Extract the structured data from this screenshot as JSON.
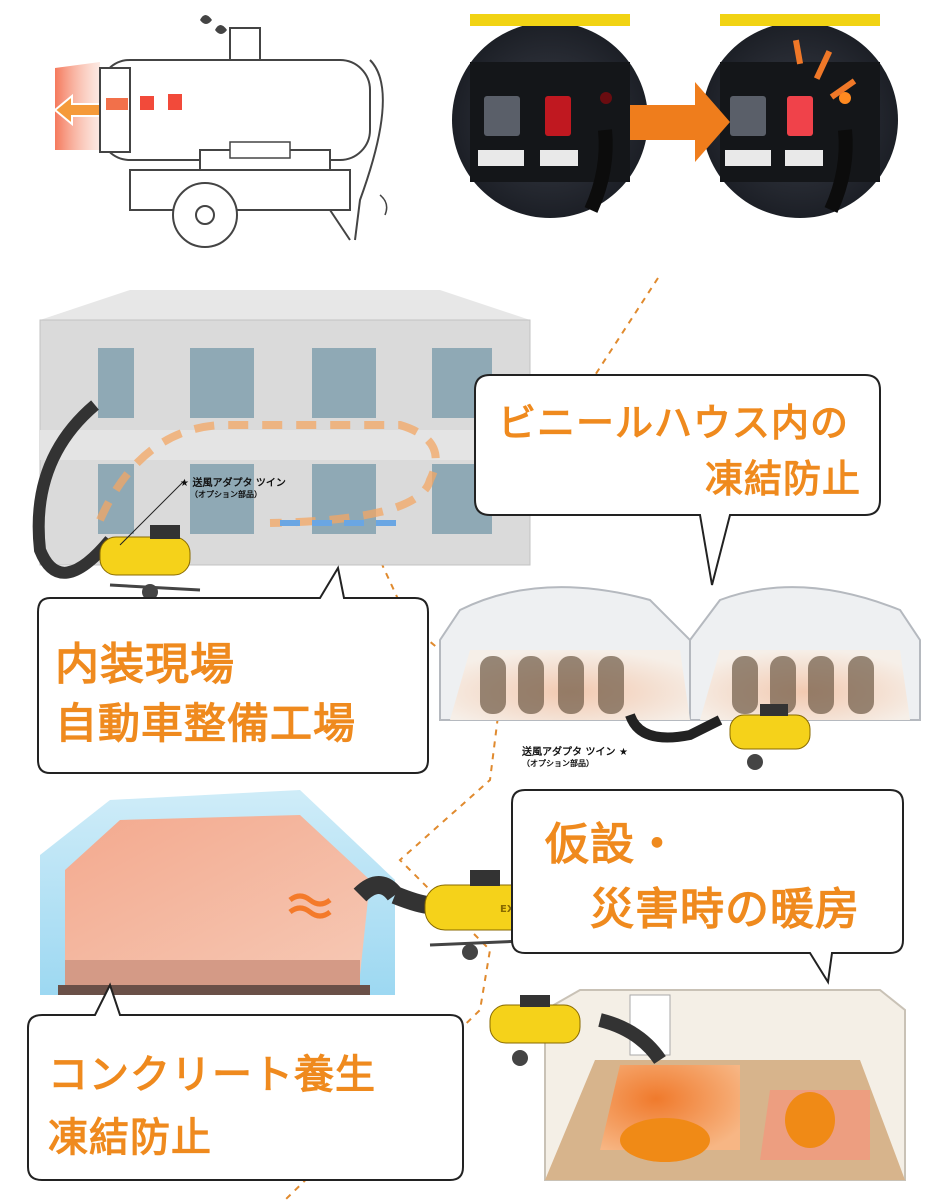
{
  "callouts": {
    "vinyl_house": {
      "line1": "ビニールハウス内の",
      "line2": "凍結防止"
    },
    "interior": {
      "line1": "内装現場",
      "line2": "自動車整備工場"
    },
    "temporary": {
      "line1": "仮設・",
      "line2": "災害時の暖房"
    },
    "concrete": {
      "line1": "コンクリート養生",
      "line2": "凍結防止"
    }
  },
  "notes": {
    "adapter_top": {
      "line1": "★ 送風アダプタ ツイン",
      "line2": "（オプション部品）"
    },
    "adapter_mid": {
      "line1": "送風アダプタ ツイン ★",
      "line2": "（オプション部品）"
    }
  },
  "heater_brand": "EXEN",
  "colors": {
    "accent": "#ef8a1e",
    "dashed_line": "#e08a2e",
    "heater_yellow": "#f5d21a"
  },
  "icons": [
    "heater-sketch-icon",
    "control-panel-photo",
    "arrow-right-icon",
    "building-illustration",
    "greenhouse-illustration",
    "concrete-curing-illustration",
    "room-heating-illustration"
  ]
}
